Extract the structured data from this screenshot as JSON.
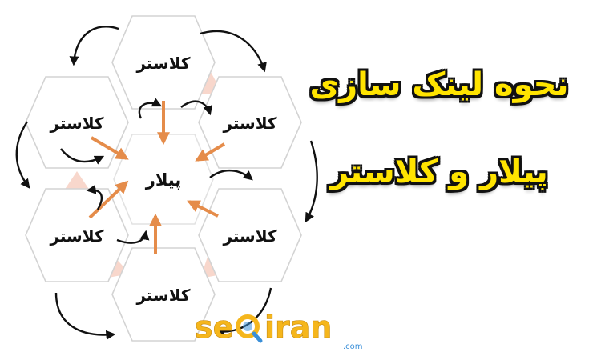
{
  "title": {
    "line1": "نحوه لینک سازی",
    "line2": "پیلار و کلاستر"
  },
  "diagram": {
    "center_label": "پیلار",
    "clusters": [
      {
        "label": "کلاستر"
      },
      {
        "label": "کلاستر"
      },
      {
        "label": "کلاستر"
      },
      {
        "label": "کلاستر"
      },
      {
        "label": "کلاستر"
      },
      {
        "label": "کلاستر"
      }
    ]
  },
  "logo": {
    "prefix": "se",
    "suffix": "iran",
    "tld": ".com",
    "brand_color": "#f5b61c",
    "accent_color": "#3a8fd8"
  },
  "colors": {
    "headline_fill": "#ffe400",
    "headline_outline": "#111111",
    "arrow_orange": "#e58c4a",
    "cycle_arrow": "#111111",
    "triangle_fill": "#f6c9bb"
  },
  "icons": [
    "magnifier-icon"
  ]
}
